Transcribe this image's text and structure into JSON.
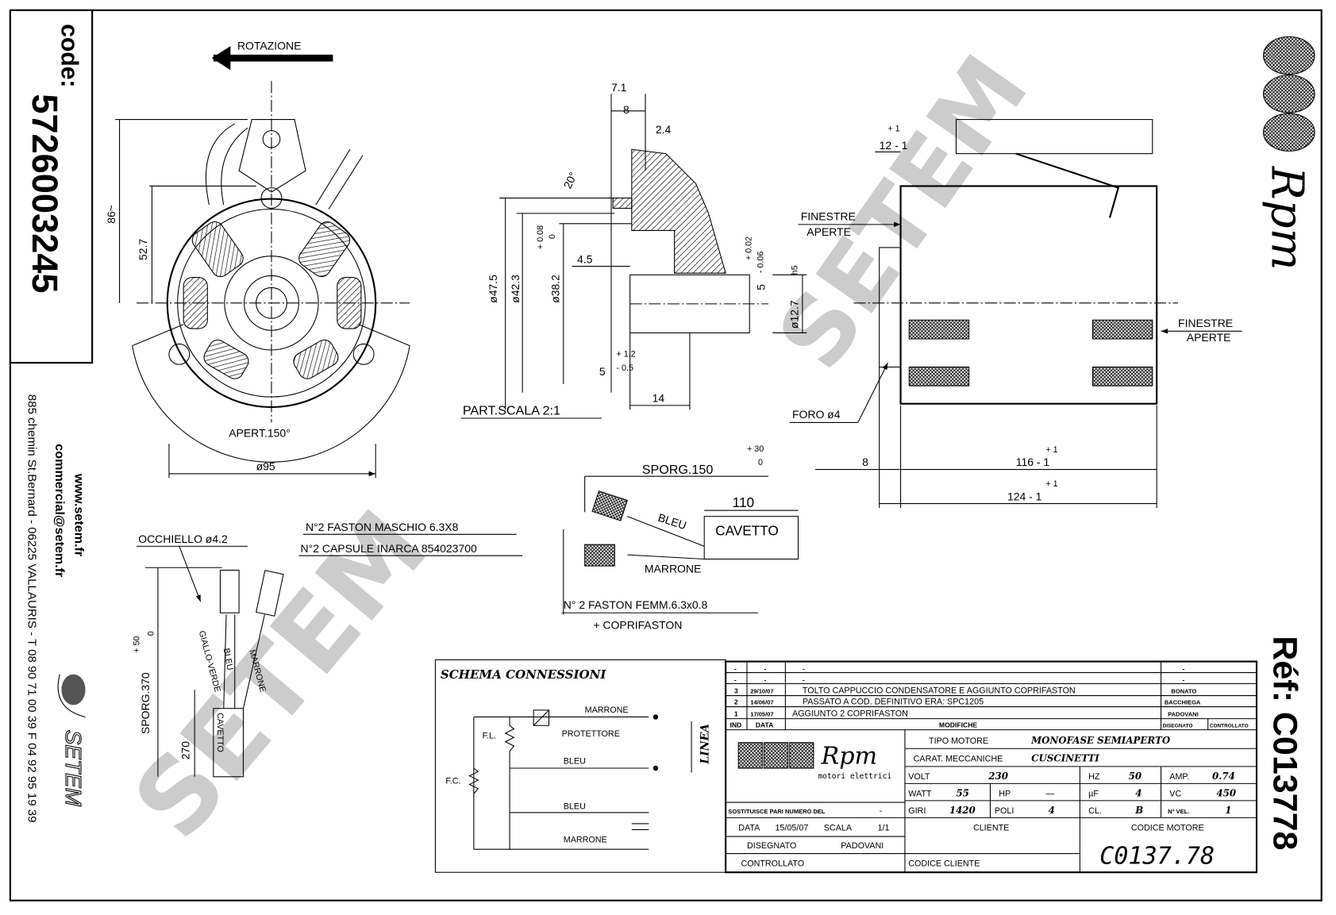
{
  "code": {
    "label": "code:",
    "value": "5726003245"
  },
  "company": {
    "web": "www.setem.fr",
    "email": "commercial@setem.fr",
    "address": "885 chemin St.Bernard - 06225 VALLAURIS - T 08 90 71 00 39  F 04 92 95 19 39",
    "logo": "SETEM"
  },
  "brand": {
    "logo": "Rpm",
    "ref": "Réf: C013778"
  },
  "watermark": "SETEM",
  "front_view": {
    "rotation": "ROTAZIONE",
    "dim_height": "86~",
    "dim_mid": "52.7",
    "aperture": "APERT.150°",
    "diameter": "ø95"
  },
  "detail": {
    "d71": "7.1",
    "d8": "8",
    "d24": "2.4",
    "angle": "20°",
    "dia475": "ø47.5",
    "dia423": "ø42.3",
    "tol_plus008": "+ 0.08",
    "tol_zero": "0",
    "dia382": "ø38.2",
    "d45": "4.5",
    "tol_plus002": "+ 0.02",
    "tol_minus006": "- 0.06",
    "d5": "5",
    "h5": "h5",
    "dia127": "ø12.7",
    "tol_plus12": "+ 1.2",
    "tol_minus05": "- 0.5",
    "d5b": "5",
    "d14": "14",
    "scale": "PART.SCALA 2:1"
  },
  "side_view": {
    "tol_p1": "+ 1",
    "d12": "12 - 1",
    "windows_left_1": "FINESTRE",
    "windows_left_2": "APERTE",
    "windows_right_1": "FINESTRE",
    "windows_right_2": "APERTE",
    "hole": "FORO ø4",
    "d8": "8",
    "tol116": "+ 1",
    "d116": "116 - 1",
    "tol124": "+ 1",
    "d124": "124 - 1"
  },
  "cable": {
    "sporg": "SPORG.150",
    "tol_plus": "+ 30",
    "tol_zero": "0",
    "d110": "110",
    "cavetto": "CAVETTO",
    "bleu": "BLEU",
    "marrone": "MARRONE",
    "faston": "N° 2 FASTON FEMM.6.3x0.8",
    "coprifaston": "+ COPRIFASTON"
  },
  "leads": {
    "eyelet": "OCCHIELLO ø4.2",
    "faston_male": "N°2 FASTON MASCHIO 6.3X8",
    "capsule": "N°2 CAPSULE INARCA 854023700",
    "sporg": "SPORG.370",
    "tol_plus": "+ 50",
    "tol_zero": "0",
    "d270": "270",
    "giallo_verde": "GIALLO-VERDE",
    "bleu": "BLEU",
    "marrone": "MARRONE",
    "cavetto": "CAVETTO"
  },
  "schema": {
    "title": "SCHEMA CONNESSIONI",
    "marrone_top": "MARRONE",
    "protettore": "PROTETTORE",
    "fl": "F.L.",
    "bleu_1": "BLEU",
    "fc": "F.C.",
    "bleu_2": "BLEU",
    "marrone_bottom": "MARRONE",
    "linea": "LINEA"
  },
  "title_block": {
    "modifications": [
      {
        "ind": "-",
        "date": "-",
        "text": "-",
        "by": "-"
      },
      {
        "ind": "-",
        "date": "-",
        "text": "-",
        "by": "-"
      },
      {
        "ind": "3",
        "date": "29/10/07",
        "text": "TOLTO CAPPUCCIO CONDENSATORE  E AGGIUNTO COPRIFASTON",
        "by": "BONATO"
      },
      {
        "ind": "2",
        "date": "14/06/07",
        "text": "PASSATO A COD. DEFINITIVO ERA: SPC1205",
        "by": "BACCHIEGA"
      },
      {
        "ind": "1",
        "date": "17/05/07",
        "text": "AGGIUNTO 2 COPRIFASTON",
        "by": "PADOVANI"
      }
    ],
    "headers": {
      "ind": "IND",
      "date": "DATA",
      "mods": "MODIFICHE",
      "drawn": "DISEGNATO",
      "checked": "CONTROLLATO"
    },
    "logo_text": "Rpm",
    "logo_sub": "motori elettrici",
    "motor_type_label": "TIPO MOTORE",
    "motor_type": "MONOFASE SEMIAPERTO",
    "mech_label": "CARAT. MECCANICHE",
    "mech": "CUSCINETTI",
    "volt_label": "VOLT",
    "volt": "230",
    "hz_label": "HZ",
    "hz": "50",
    "amp_label": "AMP.",
    "amp": "0.74",
    "watt_label": "WATT",
    "watt": "55",
    "hp_label": "HP",
    "hp": "—",
    "uf_label": "µF",
    "uf": "4",
    "vc_label": "VC",
    "vc": "450",
    "giri_label": "GIRI",
    "giri": "1420",
    "poli_label": "POLI",
    "poli": "4",
    "cl_label": "CL.",
    "cl": "B",
    "vel_label": "N° VEL.",
    "vel": "1",
    "replaces_label": "SOSTITUISCE PARI NUMERO DEL",
    "replaces": "-",
    "date_label": "DATA",
    "date": "15/05/07",
    "scale_label": "SCALA",
    "scale": "1/1",
    "drawn_label": "DISEGNATO",
    "drawn": "PADOVANI",
    "checked_label": "CONTROLLATO",
    "client_label": "CLIENTE",
    "client_code_label": "CODICE CLIENTE",
    "motor_code_label": "CODICE MOTORE",
    "motor_code": "C0137.78"
  }
}
